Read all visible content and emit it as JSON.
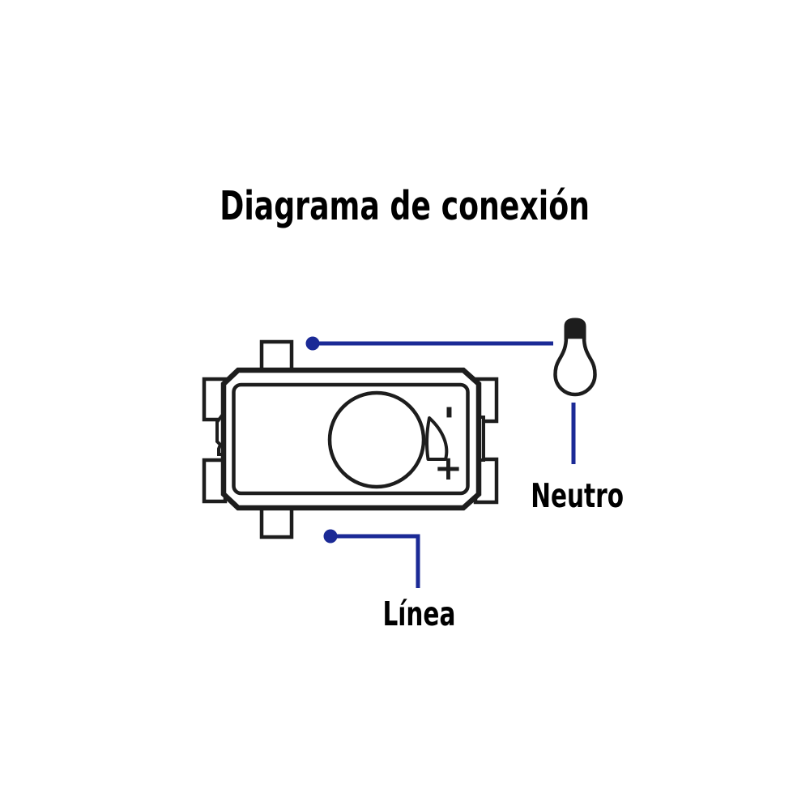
{
  "title": "Diagrama de conexión",
  "colors": {
    "background": "#ffffff",
    "outline": "#1d1d1d",
    "wire": "#1b2a96",
    "text": "#000000"
  },
  "diagram": {
    "type": "wiring-diagram",
    "device": "dimmer-switch",
    "load": "incandescent-bulb",
    "knob": {
      "min_symbol": "-",
      "max_symbol": "+"
    },
    "wires": [
      {
        "id": "neutral",
        "label": "Neutro"
      },
      {
        "id": "line",
        "label": "Línea"
      }
    ]
  }
}
